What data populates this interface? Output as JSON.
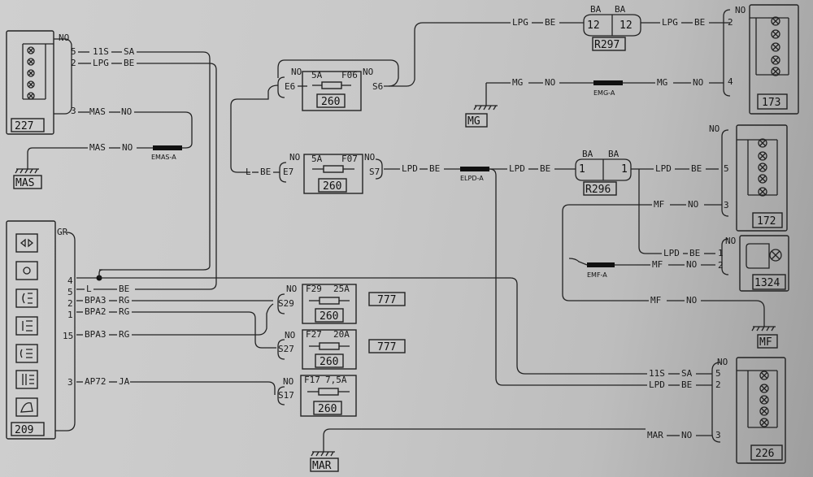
{
  "components": {
    "c227": {
      "id": "227"
    },
    "c209": {
      "id": "209"
    },
    "c173": {
      "id": "173"
    },
    "c172": {
      "id": "172"
    },
    "c1324": {
      "id": "1324"
    },
    "c226": {
      "id": "226"
    },
    "r297": {
      "id": "R297",
      "pin_left": "12",
      "pin_right": "12",
      "ba_left": "BA",
      "ba_right": "BA"
    },
    "r296": {
      "id": "R296",
      "pin_left": "1",
      "pin_right": "1",
      "ba_left": "BA",
      "ba_right": "BA"
    },
    "f06": {
      "rating": "5A",
      "name": "F06",
      "id": "260",
      "in": "E6",
      "out": "S6",
      "no_left": "NO",
      "no_right": "NO"
    },
    "f07": {
      "rating": "5A",
      "name": "F07",
      "id": "260",
      "in": "E7",
      "out": "S7",
      "no_left": "NO",
      "no_right": "NO"
    },
    "f29": {
      "name": "F29",
      "rating": "25A",
      "id": "260",
      "out": "S29",
      "no": "NO",
      "tag": "777"
    },
    "f27": {
      "name": "F27",
      "rating": "20A",
      "id": "260",
      "out": "S27",
      "no": "NO",
      "tag": "777"
    },
    "f17": {
      "name": "F17",
      "rating": "7,5A",
      "id": "260",
      "out": "S17",
      "no": "NO"
    }
  },
  "grounds": {
    "mas": "MAS",
    "mg": "MG",
    "mf": "MF",
    "mar": "MAR"
  },
  "splices": {
    "emas": "EMAS-A",
    "emg": "EMG-A",
    "elpd": "ELPD-A",
    "emf": "EMF-A"
  },
  "labels": {
    "no": "NO",
    "gr": "GR",
    "w11s": "11S",
    "sa": "SA",
    "lpg": "LPG",
    "be": "BE",
    "mas": "MAS",
    "mg": "MG",
    "l": "L",
    "lpd": "LPD",
    "mf": "MF",
    "bpa3": "BPA3",
    "bpa2": "BPA2",
    "rg": "RG",
    "ap72": "AP72",
    "ja": "JA",
    "mar": "MAR",
    "p1": "1",
    "p2": "2",
    "p3": "3",
    "p4": "4",
    "p5": "5",
    "p15": "15"
  }
}
